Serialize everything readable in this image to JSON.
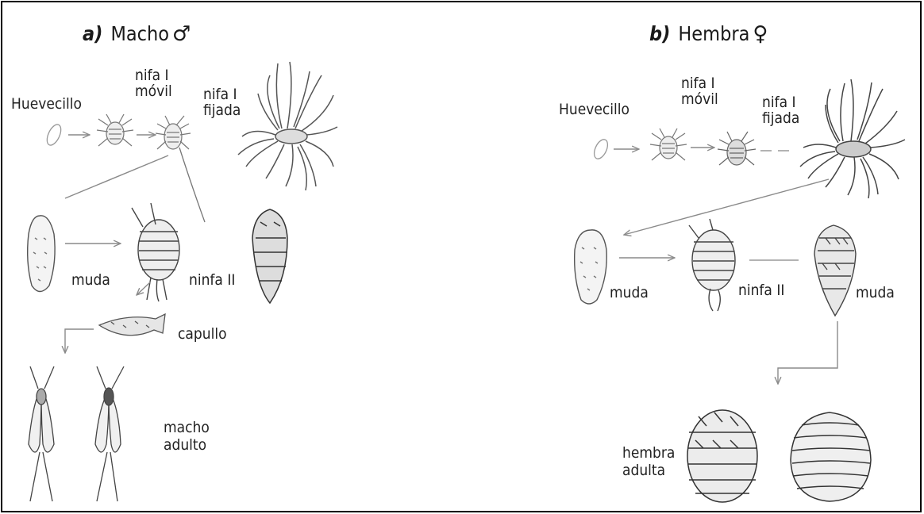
{
  "panel_a": {
    "letter": "a)",
    "title": "Macho",
    "symbol": "♂",
    "labels": {
      "egg": "Huevecillo",
      "nymph_mobile_1": "nifa I",
      "nymph_mobile_2": "móvil",
      "nymph_fixed_1": "nifa I",
      "nymph_fixed_2": "fijada",
      "molt": "muda",
      "nymph2": "ninfa II",
      "cocoon": "capullo",
      "adult_1": "macho",
      "adult_2": "adulto"
    }
  },
  "panel_b": {
    "letter": "b)",
    "title": "Hembra",
    "symbol": "♀",
    "labels": {
      "egg": "Huevecillo",
      "nymph_mobile_1": "nifa I",
      "nymph_mobile_2": "móvil",
      "nymph_fixed_1": "nifa I",
      "nymph_fixed_2": "fijada",
      "molt1": "muda",
      "nymph2": "ninfa II",
      "molt2": "muda",
      "adult_1": "hembra",
      "adult_2": "adulta"
    }
  }
}
